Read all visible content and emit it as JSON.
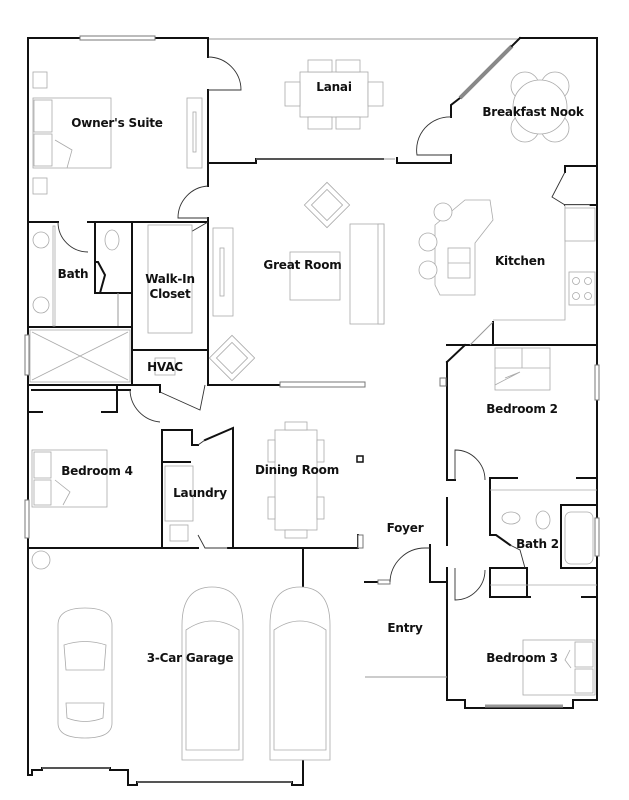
{
  "floorplan": {
    "rooms": [
      {
        "id": "owners-suite",
        "label": "Owner's Suite"
      },
      {
        "id": "lanai",
        "label": "Lanai"
      },
      {
        "id": "breakfast-nook",
        "label": "Breakfast Nook"
      },
      {
        "id": "great-room",
        "label": "Great Room"
      },
      {
        "id": "kitchen",
        "label": "Kitchen"
      },
      {
        "id": "bath",
        "label": "Bath"
      },
      {
        "id": "walk-in-closet",
        "label": "Walk-In Closet",
        "line1": "Walk-In",
        "line2": "Closet"
      },
      {
        "id": "hvac",
        "label": "HVAC"
      },
      {
        "id": "bedroom-2",
        "label": "Bedroom 2"
      },
      {
        "id": "bedroom-4",
        "label": "Bedroom 4"
      },
      {
        "id": "laundry",
        "label": "Laundry"
      },
      {
        "id": "dining-room",
        "label": "Dining Room"
      },
      {
        "id": "foyer",
        "label": "Foyer"
      },
      {
        "id": "bath-2",
        "label": "Bath 2"
      },
      {
        "id": "entry",
        "label": "Entry"
      },
      {
        "id": "bedroom-3",
        "label": "Bedroom 3"
      },
      {
        "id": "garage",
        "label": "3-Car Garage"
      }
    ],
    "colors": {
      "wall": "#111111",
      "furniture": "#aaaaaa",
      "background": "#ffffff"
    }
  }
}
